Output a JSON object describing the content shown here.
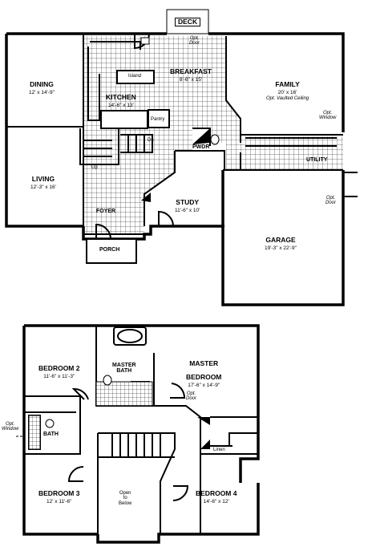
{
  "first_floor": {
    "deck": "DECK",
    "opt_door_deck": [
      "Opt.",
      "Door"
    ],
    "breakfast": {
      "name": "BREAKFAST",
      "dims": "8'-6\" x 15'"
    },
    "family": {
      "name": "FAMILY",
      "dims": "20' x 16'",
      "note": "Opt. Vaulted Ceiling"
    },
    "opt_window_family": [
      "Opt.",
      "Window"
    ],
    "dining": {
      "name": "DINING",
      "dims": "12' x 14'-9\""
    },
    "island": "Island",
    "kitchen": {
      "name": "KITCHEN",
      "dims": "14'-6\" x 13'"
    },
    "pantry": "Pantry",
    "dn": "Dn",
    "up": "Up",
    "living": {
      "name": "LIVING",
      "dims": "12'-3\" x 16'"
    },
    "pwdr": "PWDR",
    "utility": "UTILITY",
    "study": {
      "name": "STUDY",
      "dims": "11'-6\" x 10'"
    },
    "opt_door_garage": [
      "Opt.",
      "Door"
    ],
    "foyer": "FOYER",
    "garage": {
      "name": "GARAGE",
      "dims": "19'-3\" x 22'-9\""
    },
    "porch": "PORCH"
  },
  "second_floor": {
    "bedroom2": {
      "name": "BEDROOM 2",
      "dims": "11'-6\" x 11'-3\""
    },
    "master_bath": [
      "MASTER",
      "BATH"
    ],
    "master_bedroom": {
      "name": "MASTER",
      "name2": "BEDROOM",
      "dims": "17'-6\" x 14'-9\""
    },
    "opt_door_master": [
      "Opt.",
      "Door"
    ],
    "opt_window_bath": [
      "Opt.",
      "Window"
    ],
    "bath": "BATH",
    "linen": "Linen",
    "bedroom3": {
      "name": "BEDROOM 3",
      "dims": "12' x 11'-6\""
    },
    "open_to_below": [
      "Open",
      "to",
      "Below"
    ],
    "bedroom4": {
      "name": "BEDROOM 4",
      "dims": "14'-6\" x 12'"
    }
  }
}
